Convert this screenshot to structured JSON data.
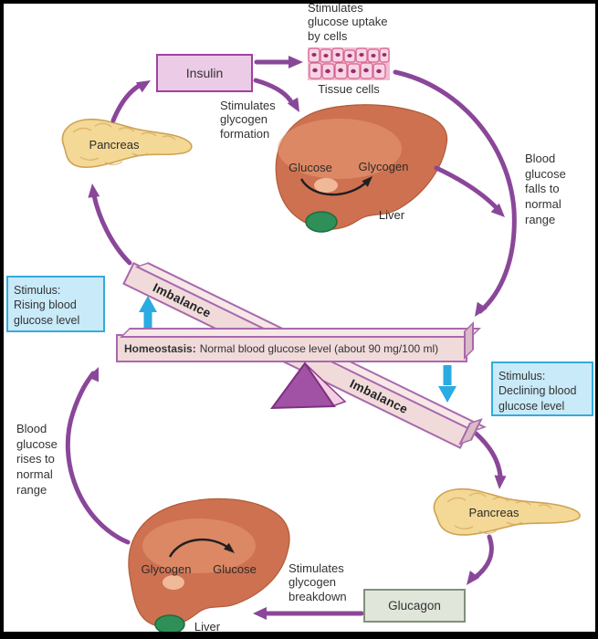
{
  "nodes": {
    "insulin": {
      "label": "Insulin"
    },
    "glucagon": {
      "label": "Glucagon"
    },
    "pancreas_top": {
      "label": "Pancreas"
    },
    "pancreas_bottom": {
      "label": "Pancreas"
    },
    "liver_top": {
      "label": "Liver"
    },
    "liver_bottom": {
      "label": "Liver"
    },
    "tissue_cells": {
      "label": "Tissue cells"
    }
  },
  "annotations": {
    "stimulates_uptake": "Stimulates glucose uptake by cells",
    "stimulates_formation": "Stimulates glycogen formation",
    "stimulates_breakdown": "Stimulates glycogen breakdown",
    "blood_falls": "Blood glucose falls to normal range",
    "blood_rises": "Blood glucose rises to normal range"
  },
  "liver_top_conversion": {
    "from": "Glucose",
    "to": "Glycogen"
  },
  "liver_bottom_conversion": {
    "from": "Glycogen",
    "to": "Glucose"
  },
  "seesaw": {
    "imbalance_left": "Imbalance",
    "imbalance_right": "Imbalance",
    "homeostasis_label": "Homeostasis:",
    "homeostasis_text": "Normal blood glucose level (about 90 mg/100 ml)"
  },
  "stimulus_boxes": {
    "rising": "Stimulus:\nRising blood\nglucose level",
    "declining": "Stimulus:\nDeclining blood\nglucose level"
  },
  "colors": {
    "purple_arrow": "#8a4799",
    "blue_arrow": "#2aabe2",
    "insulin_fill": "#eccbe6",
    "insulin_border": "#a041a0",
    "bar_fill": "#f0dbda",
    "bar_border": "#a968ae",
    "stimulus_fill": "#c9eaf8",
    "stimulus_border": "#35aadc",
    "glucagon_fill": "#e0e6da",
    "glucagon_border": "#81917a",
    "liver_fill": "#ce7150",
    "pancreas_fill": "#f3d896",
    "triangle_fill": "#a252a4"
  }
}
